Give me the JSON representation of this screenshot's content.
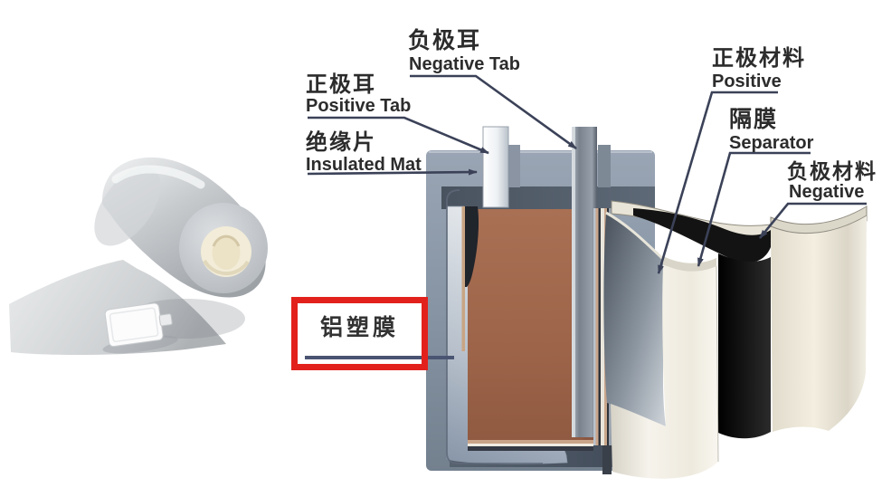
{
  "diagram": {
    "subject": "pouch-lithium-battery-structure",
    "colors": {
      "label_text": "#2c2c2c",
      "leader_line": "#3b4258",
      "film_leader_line": "#4a5472",
      "highlight_box_red": "#e2211c",
      "pouch_gray": "#8e99a9",
      "copper_electrode": "#a06a50",
      "separator_white": "#f3f0e9",
      "negative_black": "#161616",
      "roll_silver": "#c9ccce",
      "core_cream": "#f2ecd8"
    },
    "labels": {
      "negative_tab": {
        "zh": "负极耳",
        "en": "Negative Tab"
      },
      "positive_tab": {
        "zh": "正极耳",
        "en": "Positive Tab"
      },
      "insulated_mat": {
        "zh": "绝缘片",
        "en": "Insulated Mat"
      },
      "positive_material": {
        "zh": "正极材料",
        "en": "Positive"
      },
      "separator": {
        "zh": "隔膜",
        "en": "Separator"
      },
      "negative_material": {
        "zh": "负极材料",
        "en": "Negative"
      },
      "aluminum_laminated_film": {
        "zh": "铝塑膜"
      }
    }
  }
}
